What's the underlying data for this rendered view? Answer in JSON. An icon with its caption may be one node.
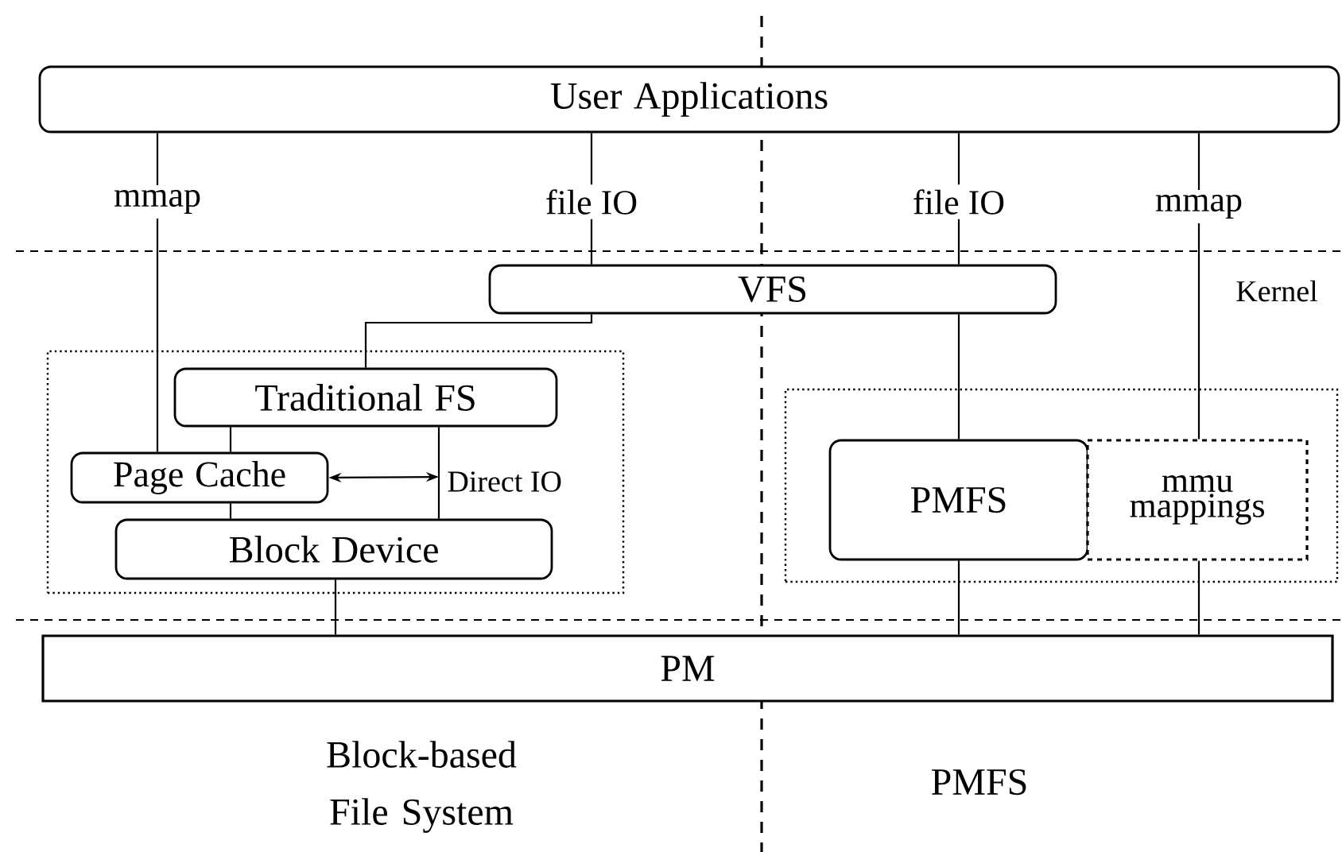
{
  "diagram": {
    "nodes": [
      {
        "text": [
          "User Applications"
        ]
      },
      {
        "text": [
          "VFS"
        ]
      },
      {
        "text": [],
        "shape": "box"
      },
      {
        "text": [
          "Traditional FS"
        ],
        "in": 2
      },
      {
        "text": [
          "Page Cache"
        ],
        "in": 2
      },
      {
        "text": [
          "Block Device"
        ],
        "in": 2
      },
      {
        "text": [],
        "shape": "box"
      },
      {
        "text": [
          "PMFS"
        ],
        "in": 6
      },
      {
        "text": [
          "mmu mappings"
        ],
        "in": 6
      },
      {
        "text": [
          "PM"
        ]
      }
    ],
    "edges": [
      {
        "from": 0,
        "to": 4,
        "arrow": "none",
        "label": "mmap"
      },
      {
        "from": 0,
        "to": 1,
        "arrow": "none",
        "label": "file IO"
      },
      {
        "from": 0,
        "to": 1,
        "arrow": "none",
        "label": "file IO"
      },
      {
        "from": 0,
        "to": 8,
        "arrow": "none",
        "label": "mmap"
      },
      {
        "from": 1,
        "to": 3,
        "arrow": "none"
      },
      {
        "from": 1,
        "to": 7,
        "arrow": "none"
      },
      {
        "from": 3,
        "to": 4,
        "arrow": "none"
      },
      {
        "from": 4,
        "to": 5,
        "arrow": "none"
      },
      {
        "from": 3,
        "to": 5,
        "arrow": "none",
        "label": "Direct IO"
      },
      {
        "from": 4,
        "to": null,
        "arrow": "both"
      },
      {
        "from": 5,
        "to": 9,
        "arrow": "none"
      },
      {
        "from": 7,
        "to": 9,
        "arrow": "none"
      },
      {
        "from": 8,
        "to": 9,
        "arrow": "none"
      }
    ],
    "labels": [
      "Kernel",
      "Block-based File System",
      "PMFS"
    ]
  }
}
